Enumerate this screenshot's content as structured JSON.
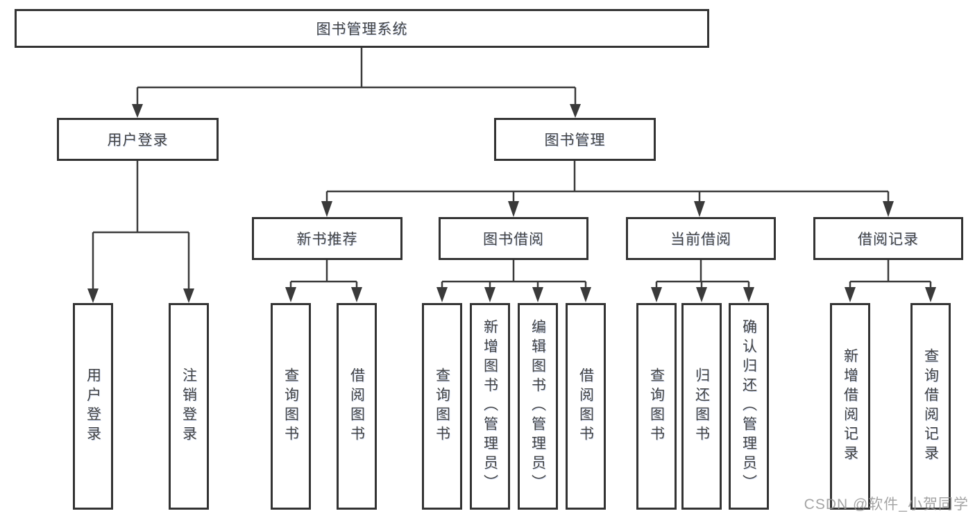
{
  "diagram_title": "图书管理系统",
  "tree": {
    "root": "图书管理系统",
    "branches": [
      {
        "label": "用户登录",
        "children": [
          "用户登录",
          "注销登录"
        ]
      },
      {
        "label": "图书管理",
        "sections": [
          {
            "label": "新书推荐",
            "children": [
              "查询图书",
              "借阅图书"
            ]
          },
          {
            "label": "图书借阅",
            "children": [
              "查询图书",
              "新增图书（管理员）",
              "编辑图书（管理员）",
              "借阅图书"
            ]
          },
          {
            "label": "当前借阅",
            "children": [
              "查询图书",
              "归还图书",
              "确认归还（管理员）"
            ]
          },
          {
            "label": "借阅记录",
            "children": [
              "新增借阅记录",
              "查询借阅记录"
            ]
          }
        ]
      }
    ]
  },
  "watermark": "CSDN @软件_小贺同学",
  "colors": {
    "line": "#3a3a3a",
    "box_border": "#333333",
    "text": "#434343",
    "watermark": "#949494",
    "background": "#ffffff"
  }
}
